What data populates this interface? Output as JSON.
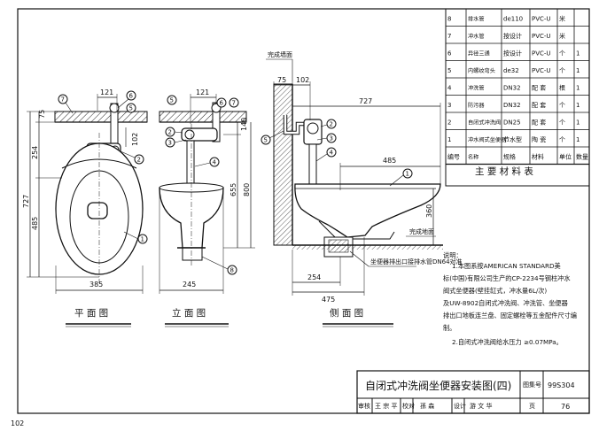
{
  "page_number": "102",
  "views": {
    "plan": "平 面 图",
    "elevation": "立 面 图",
    "side": "侧 面 图"
  },
  "dimensions": {
    "plan_top_width": "121",
    "plan_depth_back": "75",
    "plan_254": "254",
    "plan_485": "485",
    "plan_727": "727",
    "plan_width": "385",
    "plan_102": "102",
    "elev_121": "121",
    "elev_140": "140",
    "elev_655": "655",
    "elev_800": "800",
    "elev_width": "245",
    "side_75": "75",
    "side_102": "102",
    "side_727": "727",
    "side_485": "485",
    "side_360": "360",
    "side_254": "254",
    "side_475": "475"
  },
  "labels": {
    "finished_wall": "完成墙面",
    "finished_floor": "完成地面",
    "outlet_note": "坐便器排出口接排水管DN64对准"
  },
  "callouts": {
    "c1": "1",
    "c2": "2",
    "c3": "3",
    "c4": "4",
    "c5": "5",
    "c6": "6",
    "c7": "7",
    "c8": "8"
  },
  "bom": {
    "title": "主 要 材 料 表",
    "headers": [
      "编号",
      "名称",
      "规格",
      "材料",
      "单位",
      "数量"
    ],
    "rows": [
      [
        "8",
        "排水管",
        "de110",
        "PVC-U",
        "米",
        ""
      ],
      [
        "7",
        "冲水管",
        "按设计",
        "PVC-U",
        "米",
        ""
      ],
      [
        "6",
        "异径三通",
        "按设计",
        "PVC-U",
        "个",
        "1"
      ],
      [
        "5",
        "内螺纹弯头",
        "de32",
        "PVC-U",
        "个",
        "1"
      ],
      [
        "4",
        "冲洗管",
        "DN32",
        "配 套",
        "根",
        "1"
      ],
      [
        "3",
        "防污器",
        "DN32",
        "配 套",
        "个",
        "1"
      ],
      [
        "2",
        "自闭式冲洗阀",
        "DN25",
        "配 套",
        "个",
        "1"
      ],
      [
        "1",
        "冲水阀式坐便器",
        "节水型",
        "陶 瓷",
        "个",
        "1"
      ]
    ]
  },
  "notes": {
    "heading": "说明：",
    "lines": [
      "1.本图系按AMERICAN STANDARD美",
      "标(中国)有限公司生产的CP-2234号钢柱冲水",
      "阀式坐便器(壁挂缸式，冲水量6L/次)",
      "及UW-8902自闭式冲洗阀、冲洗管、坐便器",
      "排出口地板连兰盘、固定螺栓等五金配件尺寸编",
      "制。",
      "2.自闭式冲洗阀给水压力 ≥0.07MPa。"
    ]
  },
  "title_block": {
    "title": "自闭式冲洗阀坐便器安装图(四)",
    "atlas_label": "图集号",
    "atlas_no": "99S304",
    "review": "审核",
    "reviewer": "王 宗 平",
    "check": "校对",
    "checker": "孫 森",
    "design": "设计",
    "designer": "游 文 华",
    "page_label": "页",
    "page": "76"
  }
}
